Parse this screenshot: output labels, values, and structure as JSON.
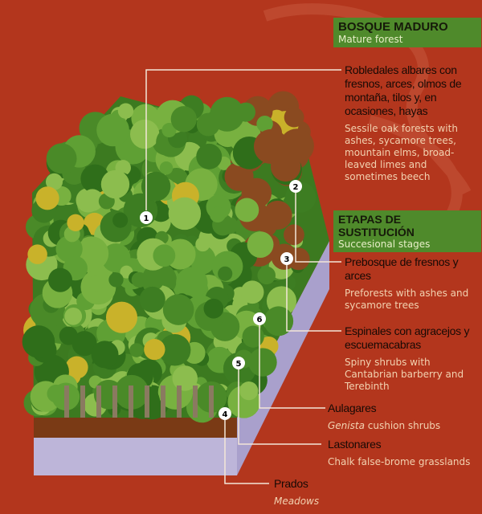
{
  "sections": {
    "mature": {
      "title": "BOSQUE MADURO",
      "subtitle": "Mature forest"
    },
    "stages": {
      "title": "ETAPAS DE SUSTITUCIÓN",
      "subtitle": "Succesional stages"
    }
  },
  "labels": [
    {
      "num": "1",
      "es": "Robledales albares con fresnos, arces, olmos de montaña, tilos y, en ocasiones, hayas",
      "en": "Sessile oak forests with ashes, sycamore trees, mountain elms, broad-leaved limes and sometimes beech"
    },
    {
      "num": "2",
      "es": "Prebosque de fresnos y arces",
      "en": "Preforests with ashes and sycamore trees"
    },
    {
      "num": "3",
      "es": "Espinales con agracejos y escuemacabras",
      "en": "Spiny shrubs with Cantabrian barberry and Terebinth"
    },
    {
      "num": "6",
      "es": "Aulagares",
      "en_italic": "Genista",
      "en": " cushion shrubs"
    },
    {
      "num": "5",
      "es": "Lastonares",
      "en": "Chalk false-brome grasslands"
    },
    {
      "num": "4",
      "es": "Prados",
      "en": "Meadows"
    }
  ],
  "colors": {
    "background": "#b3361d",
    "box": "#4f8a2b",
    "side": "#bcb4d8"
  }
}
